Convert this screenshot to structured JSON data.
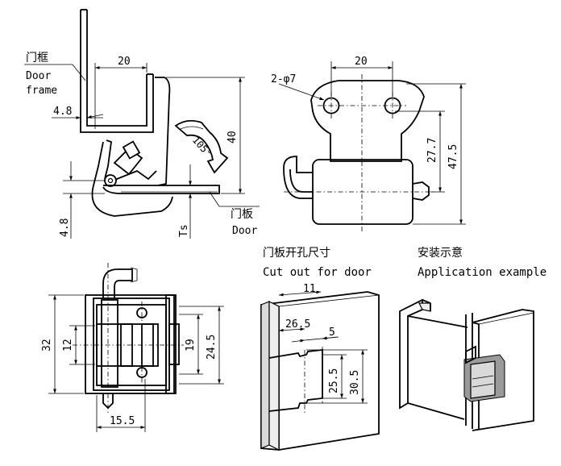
{
  "labels": {
    "door_frame_cn": "门框",
    "door_frame_en_1": "Door",
    "door_frame_en_2": "frame",
    "door_cn": "门板",
    "door_en": "Door",
    "cutout_cn": "门板开孔尺寸",
    "cutout_en": "Cut out for door",
    "application_cn": "安装示意",
    "application_en": "Application example"
  },
  "side_view": {
    "dim_width": "20",
    "dim_offset": "4.8",
    "dim_height": "40",
    "dim_bottom": "4.8",
    "dim_ts": "Ts",
    "angle": "105°"
  },
  "top_view": {
    "holes": "2-φ7",
    "dim_width": "20",
    "dim_27": "27.7",
    "dim_47": "47.5"
  },
  "front_view": {
    "dim_32": "32",
    "dim_12": "12",
    "dim_19": "19",
    "dim_24": "24.5",
    "dim_15": "15.5"
  },
  "cutout": {
    "dim_11": "11",
    "dim_26": "26.5",
    "dim_5": "5",
    "dim_25": "25.5",
    "dim_30": "30.5"
  }
}
